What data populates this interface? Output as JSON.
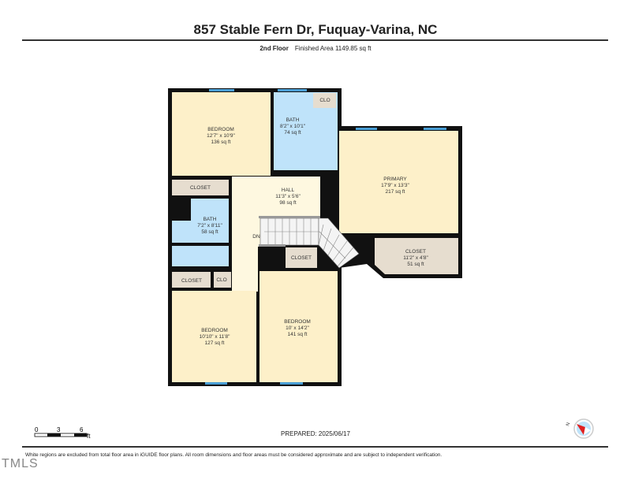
{
  "header": {
    "title": "857 Stable Fern Dr, Fuquay-Varina, NC",
    "floor": "2nd Floor",
    "finished_area": "Finished Area 1149.85 sq ft"
  },
  "rooms": [
    {
      "name": "BEDROOM",
      "dims": "12'7\" x 10'9\"",
      "area": "136 sq ft"
    },
    {
      "name": "BATH",
      "dims": "8'2\" x 10'1\"",
      "area": "74 sq ft"
    },
    {
      "name": "PRIMARY",
      "dims": "17'9\" x 13'3\"",
      "area": "217 sq ft"
    },
    {
      "name": "HALL",
      "dims": "11'3\" x 5'6\"",
      "area": "98 sq ft"
    },
    {
      "name": "BATH",
      "dims": "7'2\" x 8'11\"",
      "area": "58 sq ft"
    },
    {
      "name": "CLOSET",
      "dims": "11'2\" x 4'8\"",
      "area": "51 sq ft"
    },
    {
      "name": "BEDROOM",
      "dims": "10'10\" x 11'8\"",
      "area": "127 sq ft"
    },
    {
      "name": "BEDROOM",
      "dims": "10' x 14'2\"",
      "area": "141 sq ft"
    }
  ],
  "labels": {
    "clo": "CLO",
    "closet": "CLOSET",
    "dn": "DN"
  },
  "scale": {
    "t0": "0",
    "t1": "3",
    "t2": "6",
    "unit": "ft"
  },
  "compass": "N",
  "footer": {
    "prepared": "PREPARED: 2025/06/17",
    "disclaimer": "White regions are excluded from total floor area in iGUIDE floor plans. All room dimensions and floor areas must be considered approximate and are subject to independent verification.",
    "mls": "TMLS"
  },
  "colors": {
    "bedroom": "#fdf0c9",
    "bath": "#bfe3fa",
    "closet": "#e6ddcf",
    "hall": "#fef8e0",
    "wall": "#111111",
    "window": "#4a9fd6"
  }
}
